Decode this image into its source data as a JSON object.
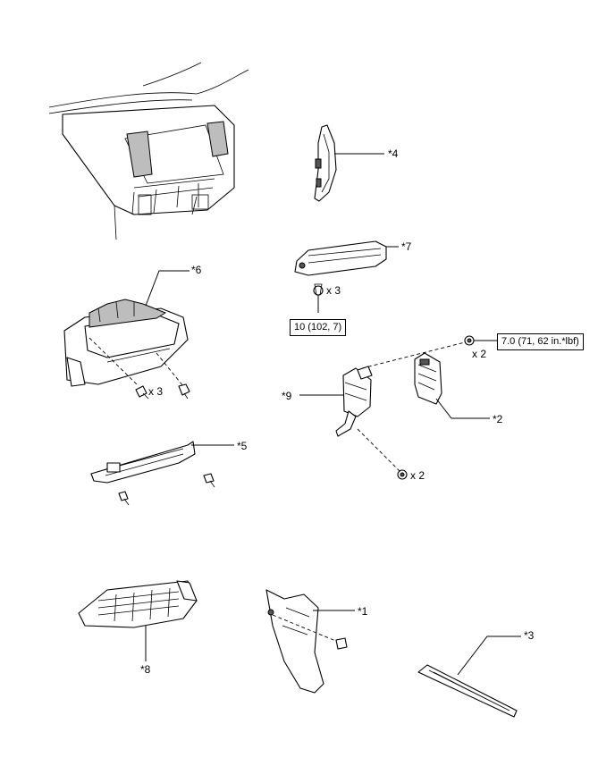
{
  "callouts": {
    "c1": "*1",
    "c2": "*2",
    "c3": "*3",
    "c4": "*4",
    "c5": "*5",
    "c6": "*6",
    "c7": "*7",
    "c8": "*8",
    "c9": "*9"
  },
  "quantities": {
    "q_clip_7": "x 3",
    "q_screw_6": "x 3",
    "q_nut_2": "x 2",
    "q_nut_9": "x 2"
  },
  "torques": {
    "t_7": "10 (102, 7)",
    "t_2": "7.0 (71, 62 in.*lbf)"
  }
}
